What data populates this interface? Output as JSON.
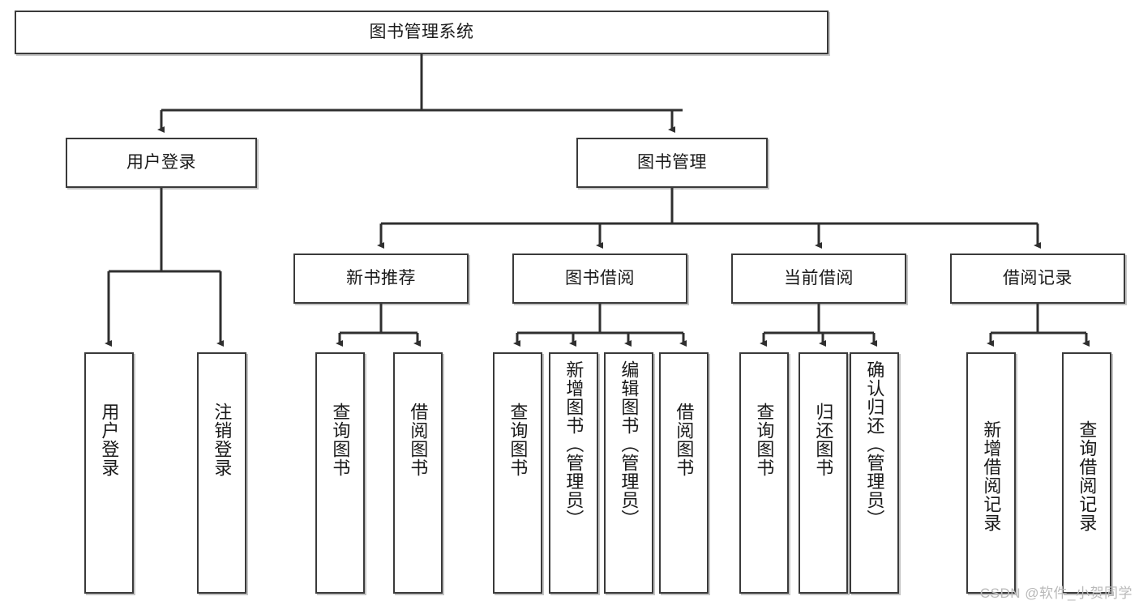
{
  "diagram": {
    "type": "tree-hierarchy-chart",
    "title": "图书管理系统",
    "colors": {
      "box_border": "#3a3a3a",
      "box_fill": "#ffffff",
      "connector": "#2f2f2f",
      "text": "#1a1a1a",
      "watermark": "#b9b9b9"
    },
    "root": {
      "label": "图书管理系统"
    },
    "level2": [
      {
        "label": "用户登录"
      },
      {
        "label": "图书管理"
      }
    ],
    "level3": [
      {
        "label": "新书推荐"
      },
      {
        "label": "图书借阅"
      },
      {
        "label": "当前借阅"
      },
      {
        "label": "借阅记录"
      }
    ],
    "leaves": [
      {
        "label": "用户登录",
        "parent": "用户登录"
      },
      {
        "label": "注销登录",
        "parent": "用户登录"
      },
      {
        "label": "查询图书",
        "parent": "新书推荐"
      },
      {
        "label": "借阅图书",
        "parent": "新书推荐"
      },
      {
        "label": "查询图书",
        "parent": "图书借阅"
      },
      {
        "label": "新增图书（管理员）",
        "parent": "图书借阅"
      },
      {
        "label": "编辑图书（管理员）",
        "parent": "图书借阅"
      },
      {
        "label": "借阅图书",
        "parent": "图书借阅"
      },
      {
        "label": "查询图书",
        "parent": "当前借阅"
      },
      {
        "label": "归还图书",
        "parent": "当前借阅"
      },
      {
        "label": "确认归还（管理员）",
        "parent": "当前借阅"
      },
      {
        "label": "新增借阅记录",
        "parent": "借阅记录"
      },
      {
        "label": "查询借阅记录",
        "parent": "借阅记录"
      }
    ],
    "watermark": "CSDN @软件_小贺同学"
  }
}
